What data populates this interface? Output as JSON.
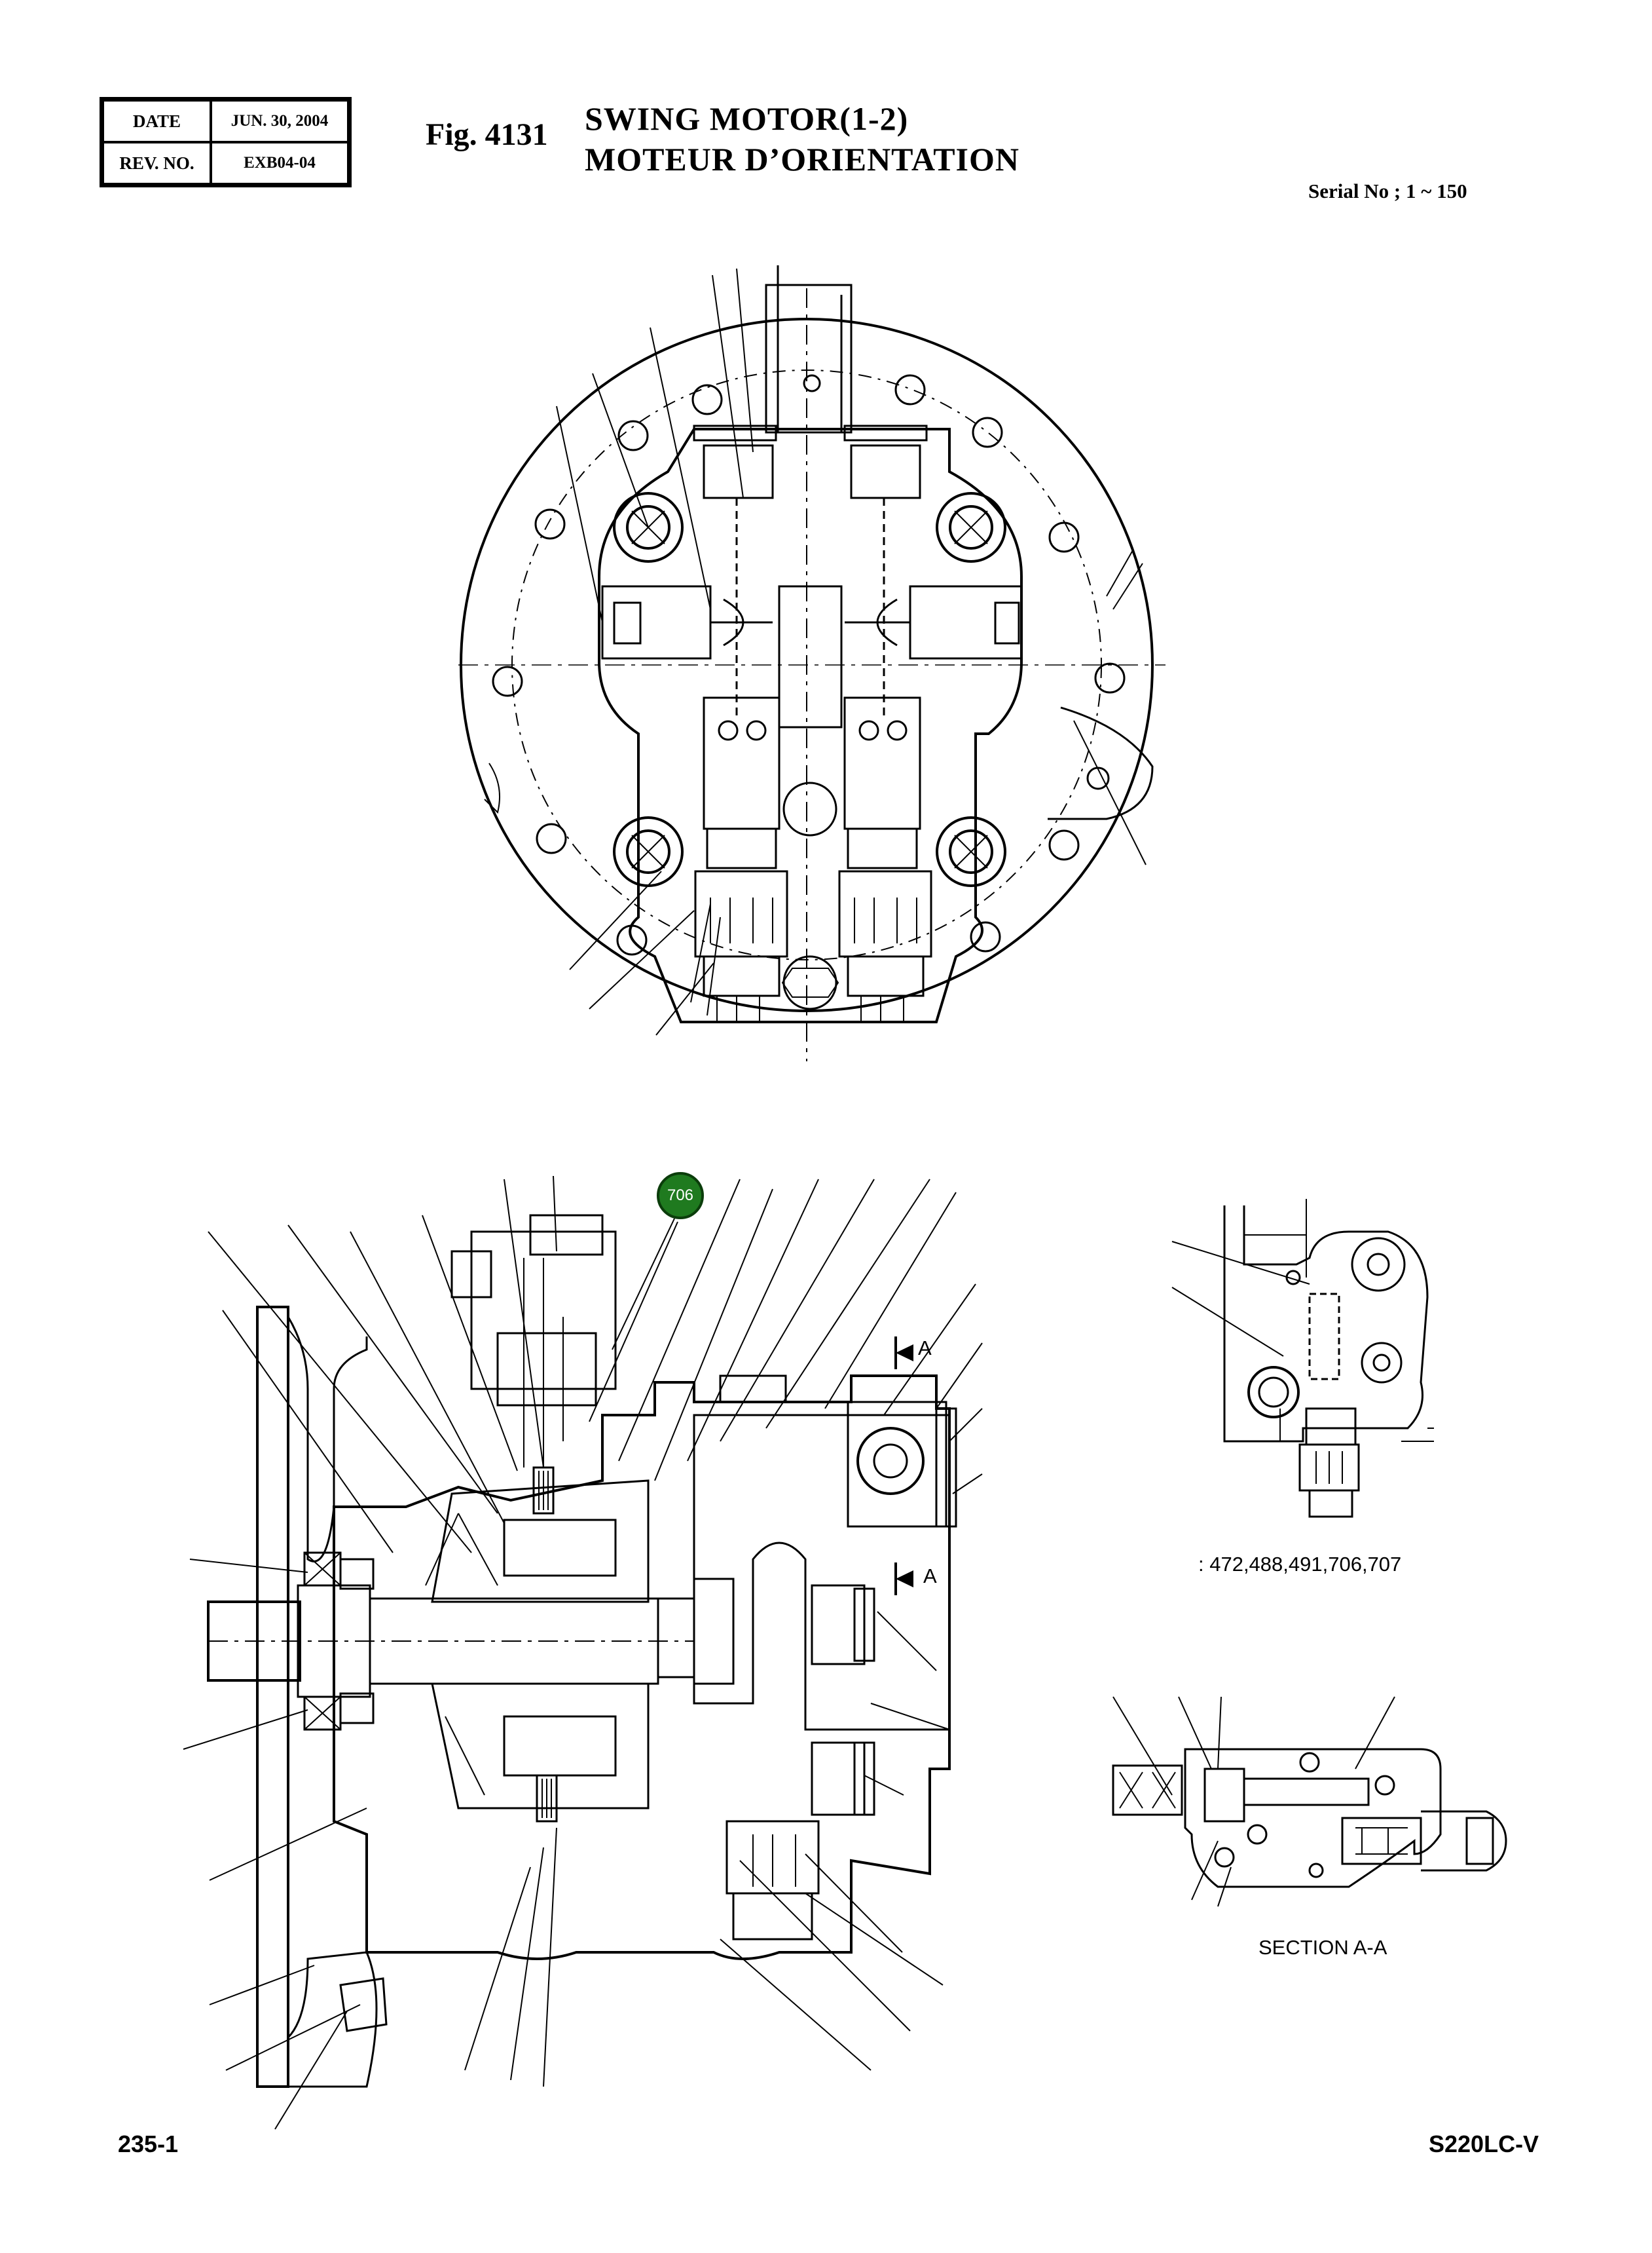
{
  "header": {
    "date_label": "DATE",
    "date_value": "JUN. 30, 2004",
    "rev_label": "REV. NO.",
    "rev_value": "EXB04-04",
    "fig_number": "Fig. 4131",
    "title_en": "SWING MOTOR(1-2)",
    "title_fr": "MOTEUR D’ORIENTATION",
    "serial": "Serial No ; 1 ~ 150"
  },
  "drawing": {
    "callout_badge": "706",
    "section_arrow_label": "A",
    "parts_note": ": 472,488,491,706,707",
    "section_caption": "SECTION A-A"
  },
  "footer": {
    "page": "235-1",
    "model": "S220LC-V"
  }
}
